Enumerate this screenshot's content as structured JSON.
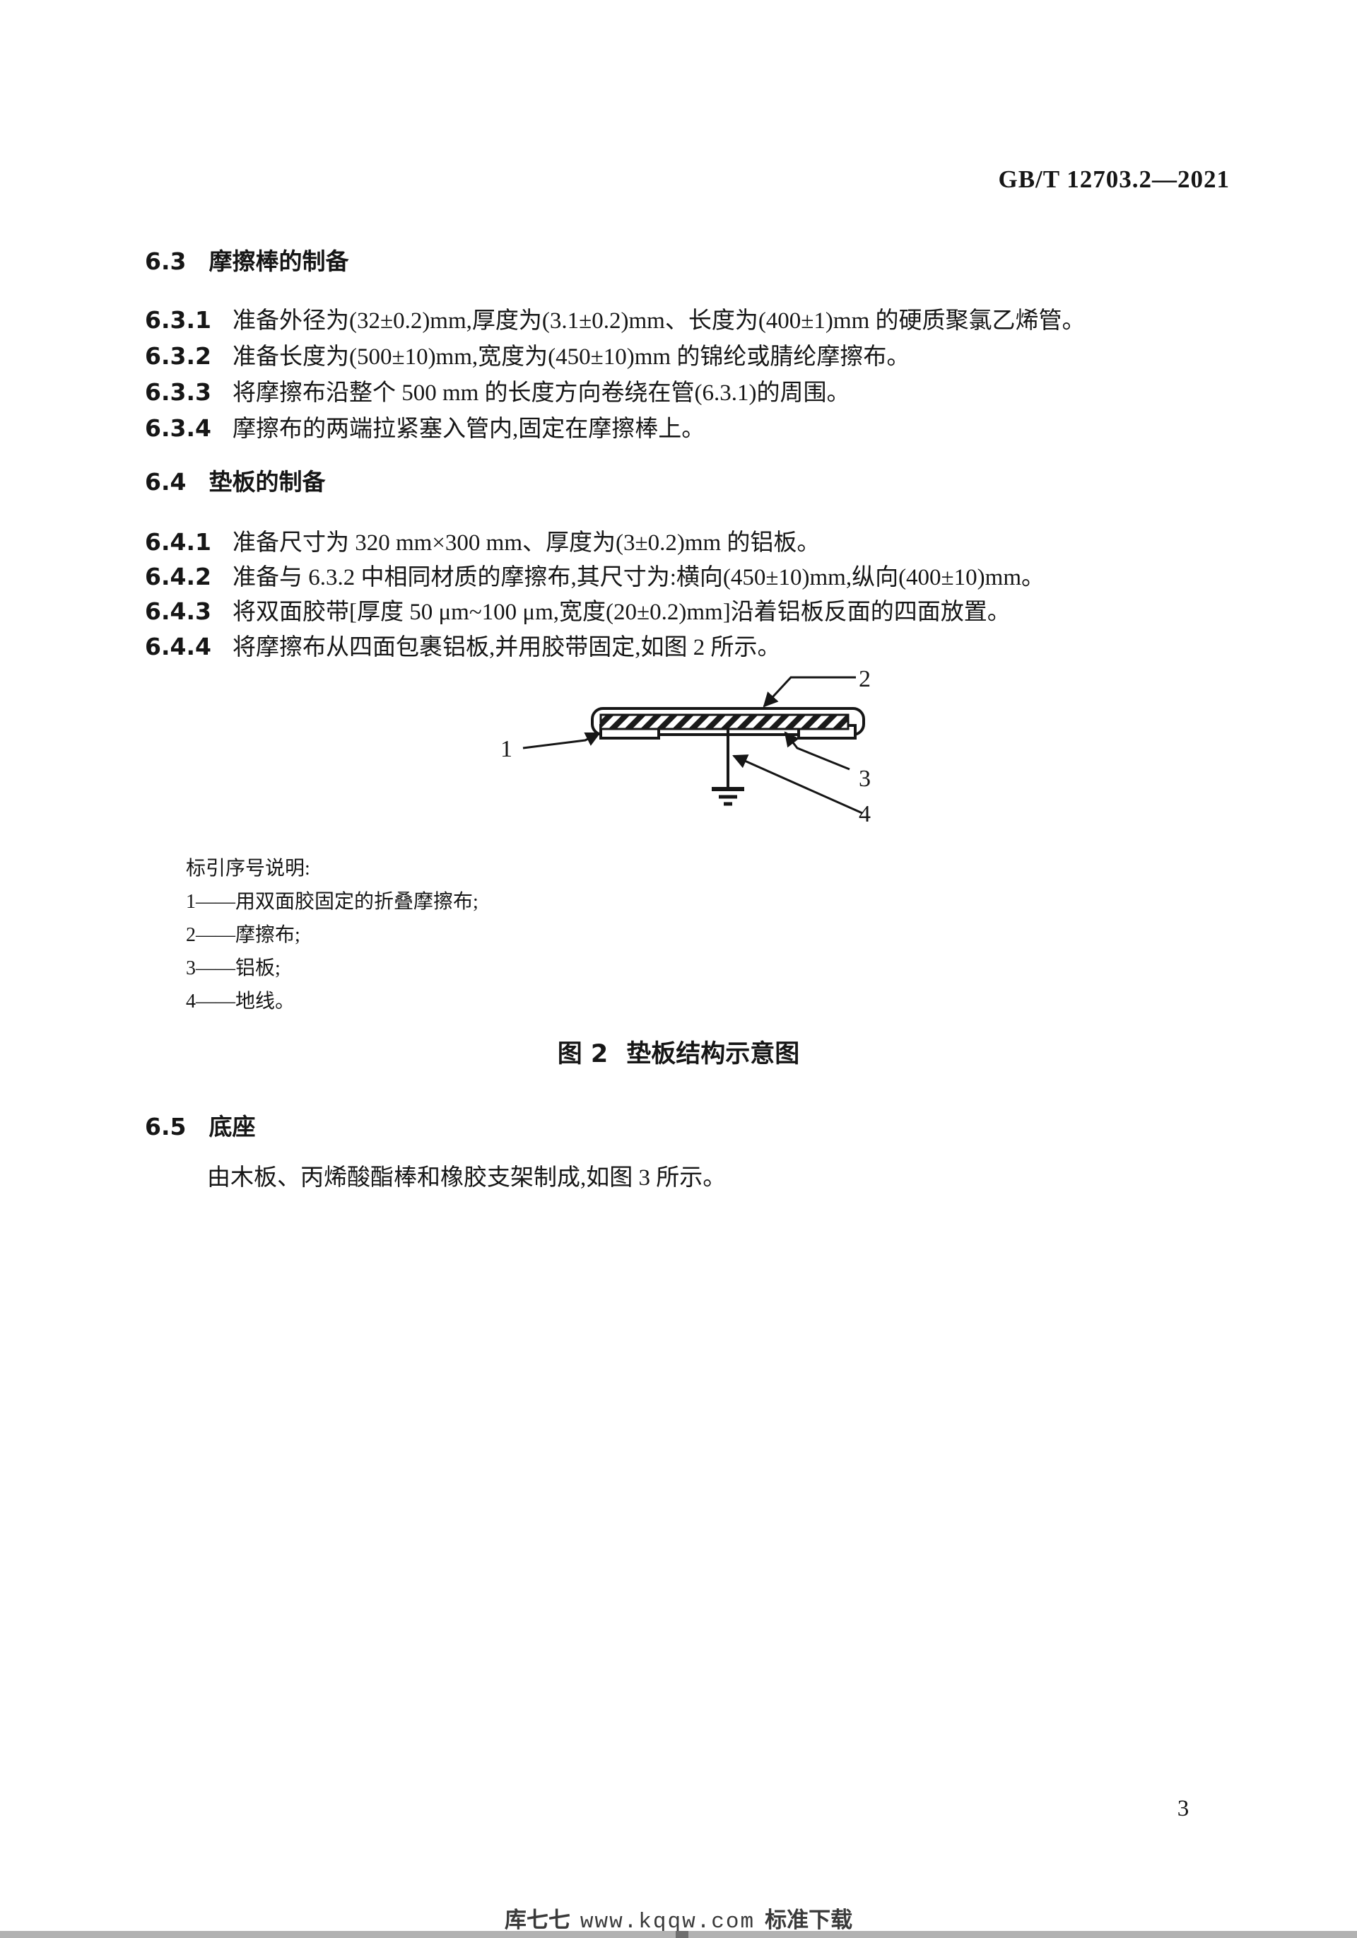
{
  "header": {
    "doc_number": "GB/T 12703.2—2021"
  },
  "sections": [
    {
      "no": "6.3",
      "title": "摩擦棒的制备",
      "clauses": [
        {
          "no": "6.3.1",
          "text": "准备外径为(32±0.2)mm,厚度为(3.1±0.2)mm、长度为(400±1)mm 的硬质聚氯乙烯管。"
        },
        {
          "no": "6.3.2",
          "text": "准备长度为(500±10)mm,宽度为(450±10)mm 的锦纶或腈纶摩擦布。"
        },
        {
          "no": "6.3.3",
          "text": "将摩擦布沿整个 500 mm 的长度方向卷绕在管(6.3.1)的周围。"
        },
        {
          "no": "6.3.4",
          "text": "摩擦布的两端拉紧塞入管内,固定在摩擦棒上。"
        }
      ]
    },
    {
      "no": "6.4",
      "title": "垫板的制备",
      "clauses": [
        {
          "no": "6.4.1",
          "text": "准备尺寸为 320 mm×300 mm、厚度为(3±0.2)mm 的铝板。"
        },
        {
          "no": "6.4.2",
          "text": "准备与 6.3.2 中相同材质的摩擦布,其尺寸为:横向(450±10)mm,纵向(400±10)mm。"
        },
        {
          "no": "6.4.3",
          "text": "将双面胶带[厚度 50 μm~100 μm,宽度(20±0.2)mm]沿着铝板反面的四面放置。"
        },
        {
          "no": "6.4.4",
          "text": "将摩擦布从四面包裹铝板,并用胶带固定,如图 2 所示。"
        }
      ]
    },
    {
      "no": "6.5",
      "title": "底座",
      "body": "由木板、丙烯酸酯棒和橡胶支架制成,如图 3 所示。"
    }
  ],
  "figure": {
    "labels": [
      "1",
      "2",
      "3",
      "4"
    ],
    "legend_title": "标引序号说明:",
    "legend_items": [
      "1——用双面胶固定的折叠摩擦布;",
      "2——摩擦布;",
      "3——铝板;",
      "4——地线。"
    ],
    "caption_label": "图 2",
    "caption_text": "垫板结构示意图"
  },
  "footer": {
    "page_number": "3",
    "brand": "库七七",
    "url": "www.kqqw.com",
    "suffix": "标准下载"
  },
  "colors": {
    "ink": "#161616",
    "bottom_bar": "#b2b2b2",
    "bottom_bar_tick": "#6e6e6e"
  }
}
